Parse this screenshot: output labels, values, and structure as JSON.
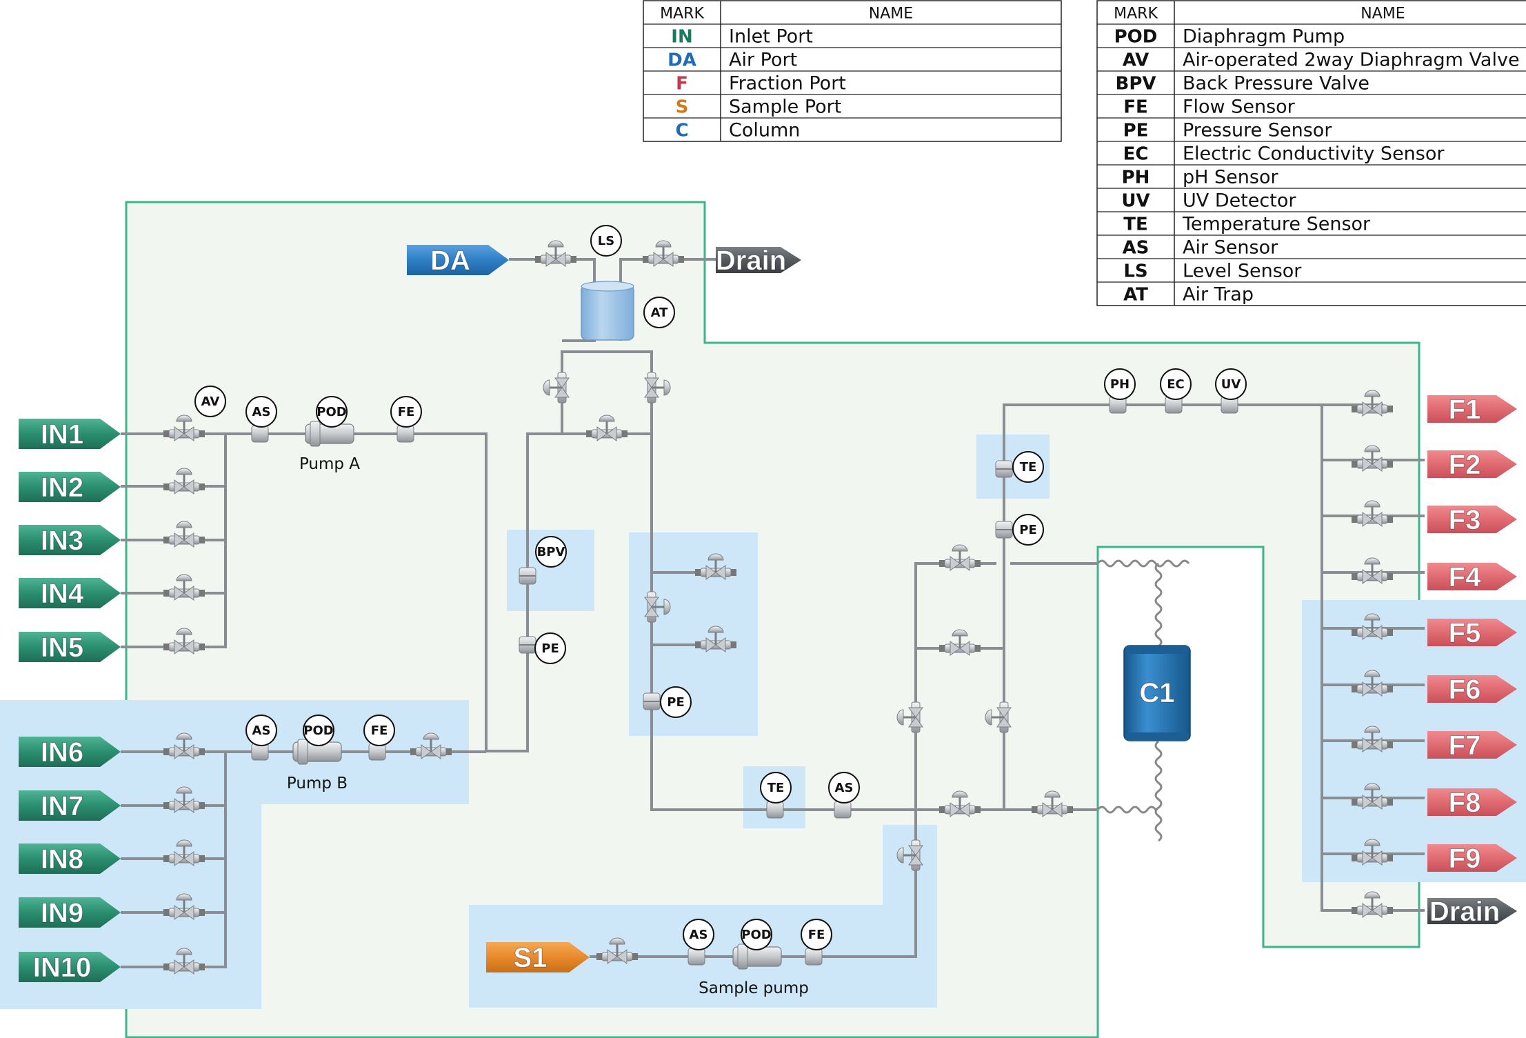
{
  "legend_ports": {
    "header_mark": "MARK",
    "header_name": "NAME",
    "rows": [
      {
        "mark": "IN",
        "name": "Inlet Port",
        "color": "#1a7a5e"
      },
      {
        "mark": "DA",
        "name": "Air Port",
        "color": "#1e6bb8"
      },
      {
        "mark": "F",
        "name": "Fraction Port",
        "color": "#c0394b"
      },
      {
        "mark": "S",
        "name": "Sample Port",
        "color": "#d07a1c"
      },
      {
        "mark": "C",
        "name": "Column",
        "color": "#1e6bb8"
      }
    ]
  },
  "legend_parts": {
    "header_mark": "MARK",
    "header_name": "NAME",
    "rows": [
      {
        "mark": "POD",
        "name": "Diaphragm Pump"
      },
      {
        "mark": "AV",
        "name": "Air-operated 2way Diaphragm Valve"
      },
      {
        "mark": "BPV",
        "name": "Back Pressure Valve"
      },
      {
        "mark": "FE",
        "name": "Flow Sensor"
      },
      {
        "mark": "PE",
        "name": "Pressure Sensor"
      },
      {
        "mark": "EC",
        "name": "Electric Conductivity Sensor"
      },
      {
        "mark": "PH",
        "name": "pH Sensor"
      },
      {
        "mark": "UV",
        "name": "UV Detector"
      },
      {
        "mark": "TE",
        "name": "Temperature Sensor"
      },
      {
        "mark": "AS",
        "name": "Air Sensor"
      },
      {
        "mark": "LS",
        "name": "Level Sensor"
      },
      {
        "mark": "AT",
        "name": "Air Trap"
      }
    ]
  },
  "inlet_ports": [
    "IN1",
    "IN2",
    "IN3",
    "IN4",
    "IN5",
    "IN6",
    "IN7",
    "IN8",
    "IN9",
    "IN10"
  ],
  "fraction_ports": [
    "F1",
    "F2",
    "F3",
    "F4",
    "F5",
    "F6",
    "F7",
    "F8",
    "F9"
  ],
  "air_port": "DA",
  "sample_port": "S1",
  "column": "C1",
  "drain_top": "Drain",
  "drain_bottom": "Drain",
  "pump_labels": {
    "a": "Pump A",
    "b": "Pump B",
    "sample": "Sample pump"
  },
  "tags": {
    "av": "AV",
    "as": "AS",
    "pod": "POD",
    "fe": "FE",
    "ls": "LS",
    "at": "AT",
    "bpv": "BPV",
    "pe": "PE",
    "te": "TE",
    "ph": "PH",
    "ec": "EC",
    "uv": "UV"
  },
  "colors": {
    "inlet": "#2a8f6f",
    "air": "#2f7fc6",
    "fraction": "#e06b72",
    "sample": "#e88a2c",
    "drain": "#555a5f",
    "column": "#1f6fae",
    "frame": "#3bb58a",
    "zone": "#cfe8f7"
  }
}
